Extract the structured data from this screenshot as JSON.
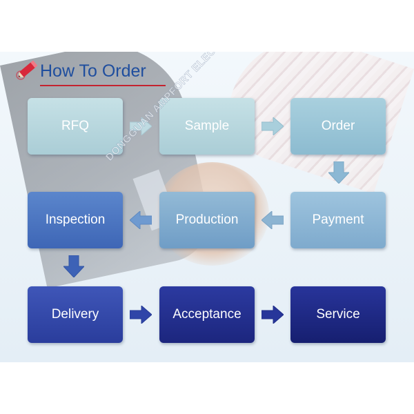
{
  "title": "How To Order",
  "watermark": "DONGGUAN AMPFORT ELECTRONICS CO., LTD.",
  "steps": [
    {
      "label": "RFQ"
    },
    {
      "label": "Sample"
    },
    {
      "label": "Order"
    },
    {
      "label": "Payment"
    },
    {
      "label": "Production"
    },
    {
      "label": "Inspection"
    },
    {
      "label": "Delivery"
    },
    {
      "label": "Acceptance"
    },
    {
      "label": "Service"
    }
  ],
  "colors": {
    "title": "#1f4e9e",
    "title_underline": "#c4232f",
    "step_light": "#b8d7de",
    "step_mid": "#7fa9cd",
    "step_blue": "#4a74c0",
    "step_deep": "#3349aa",
    "step_navy": "#222f8a"
  },
  "icons": [
    "pencil-icon",
    "arrow-right-icon",
    "arrow-left-icon",
    "arrow-down-icon"
  ]
}
